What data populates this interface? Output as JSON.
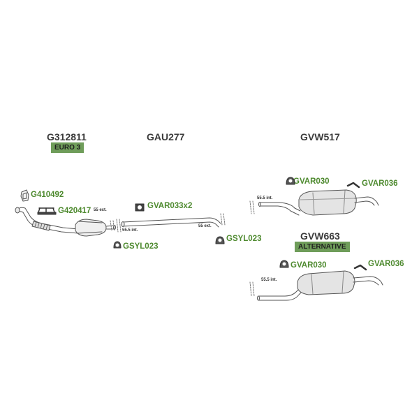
{
  "assemblies": {
    "front": {
      "code": "G312811",
      "badge": "EURO 3"
    },
    "middle": {
      "code": "GAU277"
    },
    "rear": {
      "code": "GVW517"
    },
    "rear_alt": {
      "code": "GVW663",
      "badge": "ALTERNATIVE"
    }
  },
  "parts": {
    "gasket": "G410492",
    "clamp": "G420417",
    "hanger_mid": "GVAR033x2",
    "rubber_mid": "GSYL023",
    "rubber_right": "GSYL023",
    "rear_rubber": "GVAR030",
    "rear_hanger": "GVAR036",
    "alt_rubber": "GVAR030",
    "alt_hanger": "GVAR036"
  },
  "dimensions": {
    "front_ext": "55 ext.",
    "mid_int": "55.5 int.",
    "mid_ext": "55 ext.",
    "rear_int": "55.5 int.",
    "alt_int": "55.5 int."
  },
  "colors": {
    "part_label": "#4e8a2f",
    "badge_bg": "#6f9d5a",
    "code_text": "#3a3a3a",
    "line": "#555555"
  }
}
